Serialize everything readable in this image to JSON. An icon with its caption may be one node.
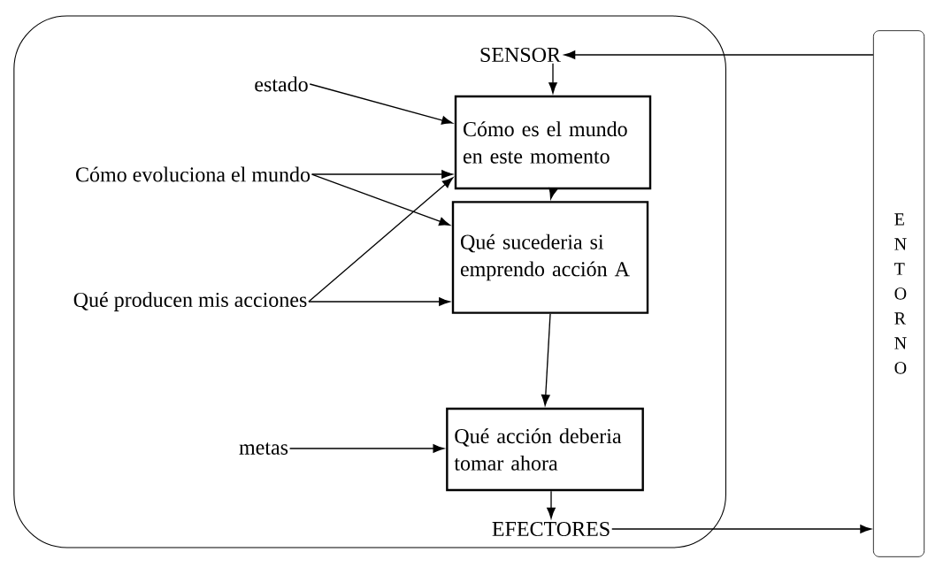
{
  "diagram": {
    "nodes": [
      {
        "text": [],
        "shape": "box"
      },
      {
        "text": [
          "SENSOR"
        ],
        "in": 0
      },
      {
        "text": [
          "estado"
        ],
        "in": 0
      },
      {
        "text": [
          "Cómo evoluciona el mundo"
        ],
        "in": 0
      },
      {
        "text": [
          "Qué producen mis acciones"
        ],
        "in": 0
      },
      {
        "text": [
          "Cómo es el mundo en este momento"
        ],
        "in": 0
      },
      {
        "text": [
          "Qué sucederia si emprendo acción A"
        ],
        "in": 0
      },
      {
        "text": [
          "metas"
        ],
        "in": 0
      },
      {
        "text": [
          "Qué acción deberia tomar ahora"
        ],
        "in": 0
      },
      {
        "text": [
          "EFECTORES"
        ],
        "in": 0
      },
      {
        "text": [
          "E N T O R N O"
        ]
      }
    ],
    "edges": [
      {
        "from": 10,
        "to": 1,
        "arrow": "to"
      },
      {
        "from": 1,
        "to": 5,
        "arrow": "to"
      },
      {
        "from": 2,
        "to": 5,
        "arrow": "to"
      },
      {
        "from": 3,
        "to": 5,
        "arrow": "to"
      },
      {
        "from": 3,
        "to": 6,
        "arrow": "to"
      },
      {
        "from": 4,
        "to": 5,
        "arrow": "to"
      },
      {
        "from": 4,
        "to": 6,
        "arrow": "to"
      },
      {
        "from": 5,
        "to": 6,
        "arrow": "to"
      },
      {
        "from": 6,
        "to": 8,
        "arrow": "to"
      },
      {
        "from": 7,
        "to": 8,
        "arrow": "to"
      },
      {
        "from": 8,
        "to": 9,
        "arrow": "to"
      },
      {
        "from": 9,
        "to": 10,
        "arrow": "to"
      }
    ]
  }
}
